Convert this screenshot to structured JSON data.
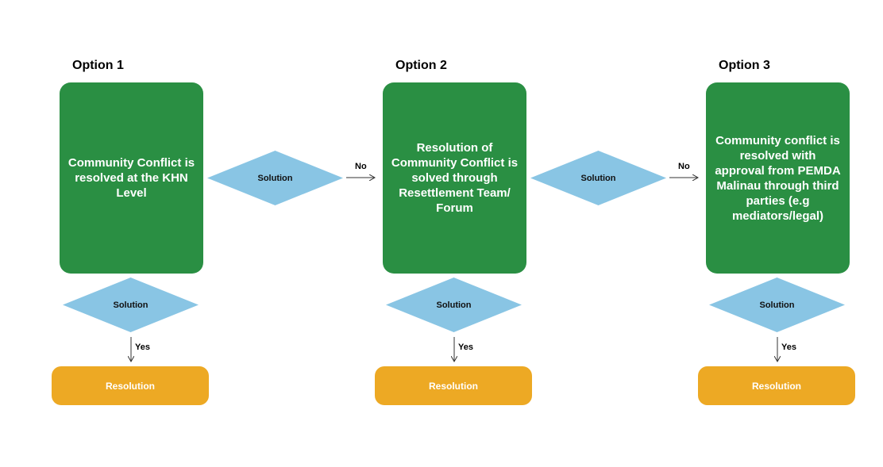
{
  "options": [
    {
      "title": "Option 1",
      "box_text": "Community Conflict is resolved at the KHN Level",
      "solution_label": "Solution",
      "yes_label": "Yes",
      "resolution_label": "Resolution"
    },
    {
      "title": "Option 2",
      "box_text": "Resolution of Community Conflict is solved through Resettlement Team/ Forum",
      "solution_label": "Solution",
      "yes_label": "Yes",
      "resolution_label": "Resolution"
    },
    {
      "title": "Option 3",
      "box_text": "Community conflict is resolved with approval from PEMDA Malinau through third parties (e.g mediators/legal)",
      "solution_label": "Solution",
      "yes_label": "Yes",
      "resolution_label": "Resolution"
    }
  ],
  "connectors": [
    {
      "solution_label": "Solution",
      "no_label": "No"
    },
    {
      "solution_label": "Solution",
      "no_label": "No"
    }
  ],
  "colors": {
    "green": "#2a8f43",
    "orange": "#eda924",
    "diamond": "#89c5e4",
    "arrow": "#333333"
  }
}
